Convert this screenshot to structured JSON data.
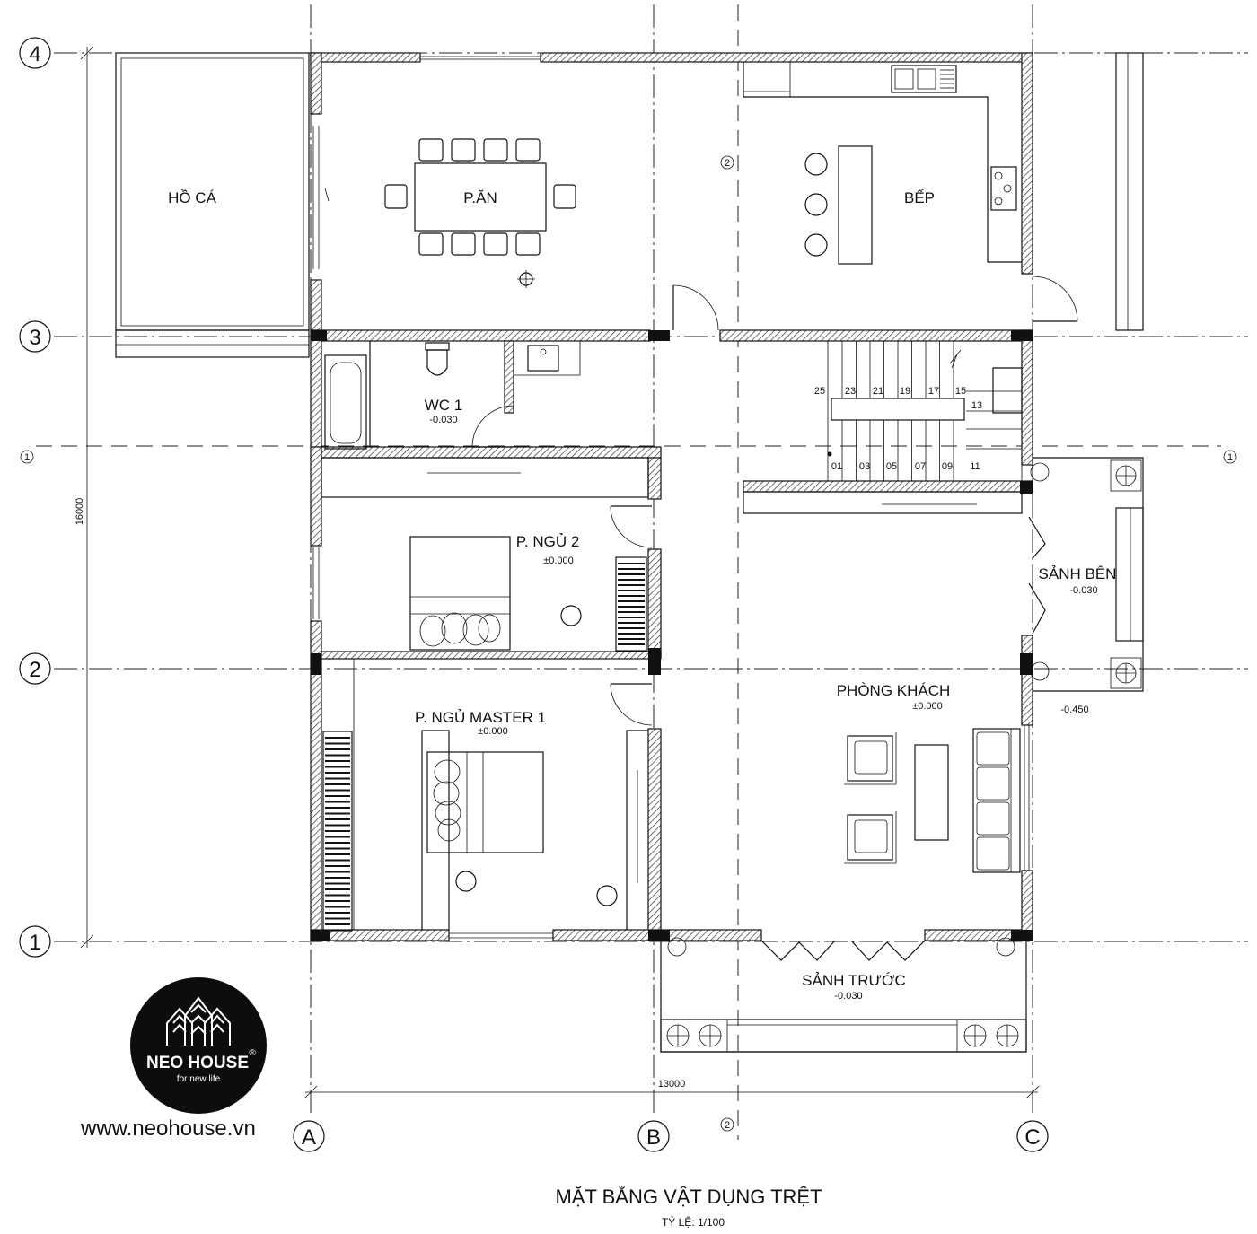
{
  "drawing": {
    "title": "MẶT BẰNG VẬT DỤNG TRỆT",
    "scale": "TỶ LỆ: 1/100"
  },
  "grid": {
    "rows": [
      "4",
      "3",
      "2",
      "1"
    ],
    "cols": [
      "A",
      "B",
      "C"
    ],
    "section_marker": "1",
    "north_marker": "2"
  },
  "dimensions": {
    "width": "13000",
    "height": "16000"
  },
  "rooms": {
    "ho_ca": "HỒ CÁ",
    "p_an": "P.ĂN",
    "bep": "BẾP",
    "wc1": "WC 1",
    "wc1_level": "-0.030",
    "p_ngu2": "P. NGỦ 2",
    "p_ngu2_level": "±0.000",
    "sanh_ben": "SẢNH BÊN",
    "sanh_ben_level": "-0.030",
    "outer_level": "-0.450",
    "phong_khach": "PHÒNG KHÁCH",
    "phong_khach_level": "±0.000",
    "p_ngu_master": "P. NGỦ MASTER 1",
    "p_ngu_master_level": "±0.000",
    "sanh_truoc": "SẢNH TRƯỚC",
    "sanh_truoc_level": "-0.030"
  },
  "stair": {
    "top": [
      "25",
      "23",
      "21",
      "19",
      "17",
      "15"
    ],
    "right": "13",
    "bottom": [
      "01",
      "03",
      "05",
      "07",
      "09",
      "11"
    ]
  },
  "brand": {
    "name": "NEO HOUSE",
    "registered": "®",
    "tagline": "for new life",
    "website": "www.neohouse.vn"
  }
}
